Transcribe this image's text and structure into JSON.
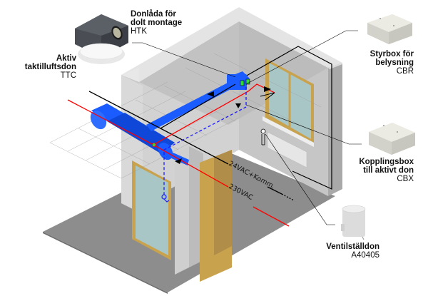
{
  "diagram": {
    "title": "Aktivt don installation schematic",
    "components": [
      {
        "id": "htk",
        "title_line1": "Donlåda för",
        "title_line2": "dolt montage",
        "code": "HTK"
      },
      {
        "id": "ttc",
        "title_line1": "Aktiv",
        "title_line2": "taktilluftsdon",
        "code": "TTC"
      },
      {
        "id": "cbr",
        "title_line1": "Styrbox för",
        "title_line2": "belysning",
        "code": "CBR"
      },
      {
        "id": "cbx",
        "title_line1": "Kopplingsbox",
        "title_line2": "till aktivt don",
        "code": "CBX"
      },
      {
        "id": "a40405",
        "title_line1": "Ventilställdon",
        "title_line2": "",
        "code": "A40405"
      }
    ],
    "wires": [
      {
        "id": "control",
        "label": "24VAC+Komm.",
        "color": "#000000"
      },
      {
        "id": "power",
        "label": "230VAC",
        "color": "#ff0000"
      }
    ],
    "colors": {
      "duct": "#1a5cff",
      "duct_dark": "#0a3fc8",
      "power_line": "#ff0000",
      "control_line": "#000000",
      "signal_dashed": "#1a1aff",
      "connector": "#33dd33",
      "wall_light": "#d4d4d4",
      "wall_mid": "#bdbdbd",
      "floor": "#8c8c8c",
      "door": "#b08d48",
      "glass": "#a9c6c6",
      "frame": "#c9a24e"
    }
  }
}
